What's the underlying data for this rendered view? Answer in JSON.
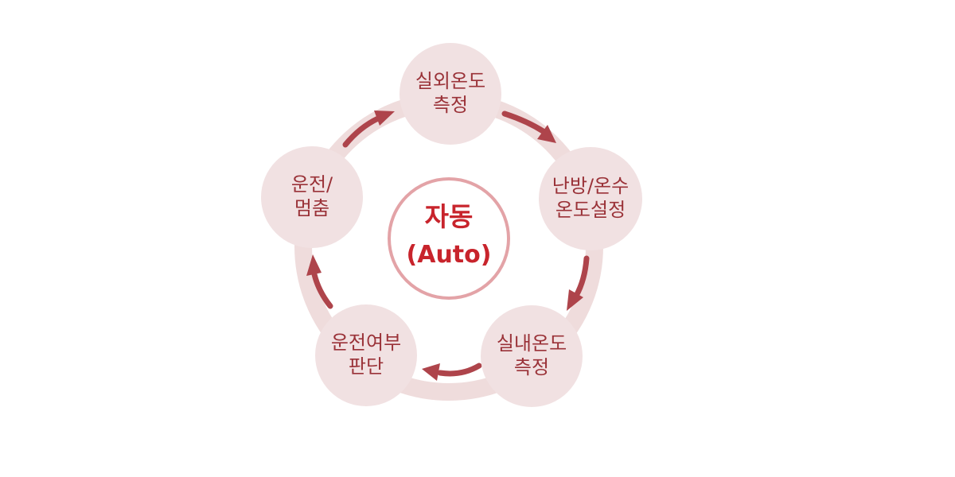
{
  "center": {
    "title": "자동",
    "subtitle": "(Auto)"
  },
  "nodes": [
    {
      "line1": "실외온도",
      "line2": "측정"
    },
    {
      "line1": "난방/온수",
      "line2": "온도설정"
    },
    {
      "line1": "실내온도",
      "line2": "측정"
    },
    {
      "line1": "운전여부",
      "line2": "판단"
    },
    {
      "line1": "운전/",
      "line2": "멈춤"
    }
  ],
  "colors": {
    "ring": "#efdcdc",
    "node_fill": "#f1e1e2",
    "arrow": "#ae444b",
    "node_text": "#9a3238",
    "center_text": "#c8242c",
    "center_border": "#e3a3a7"
  }
}
